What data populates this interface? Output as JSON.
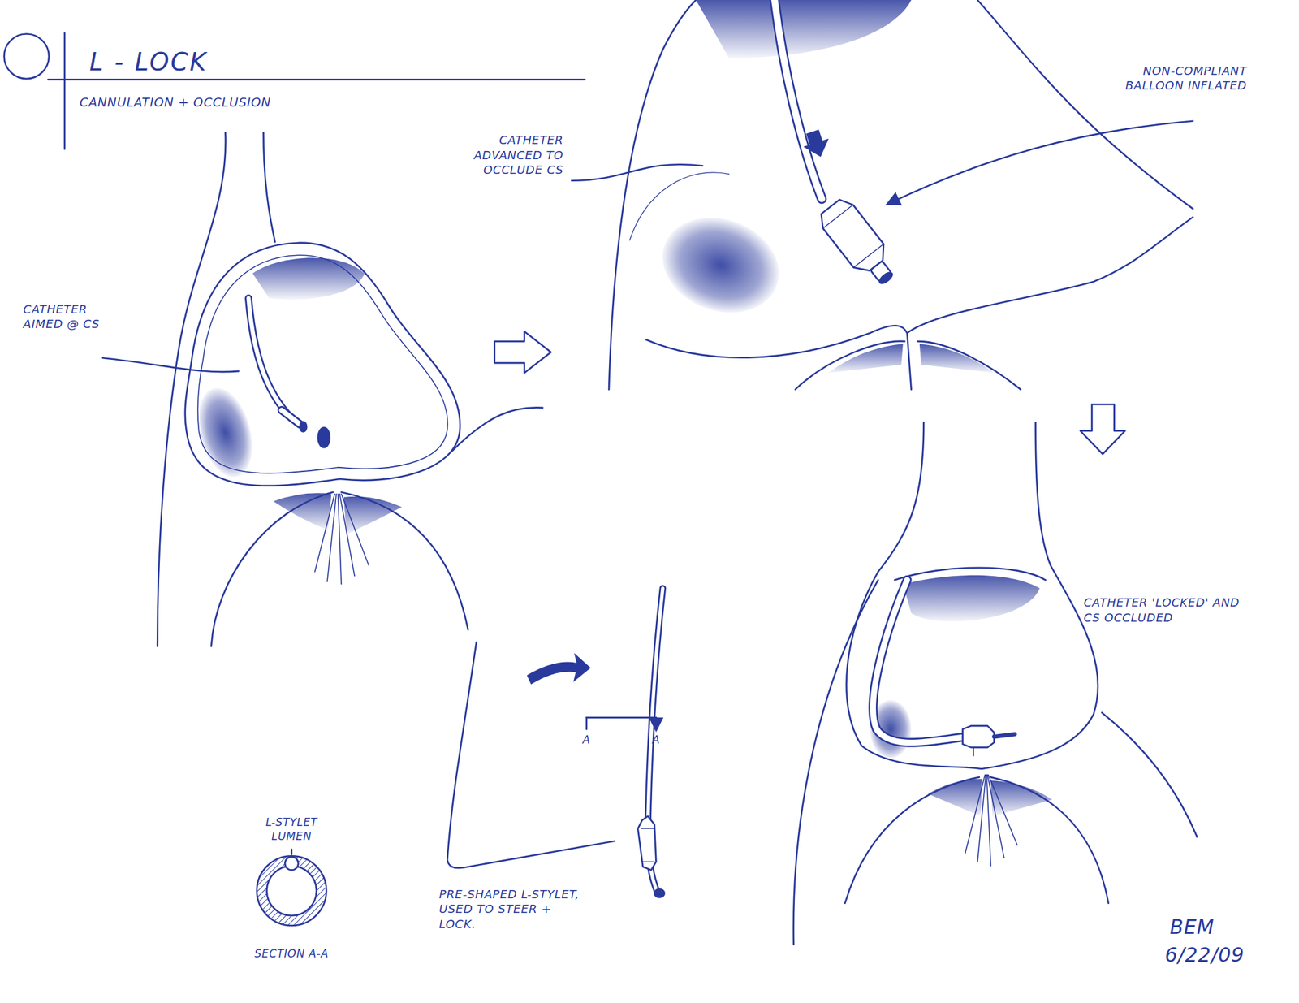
{
  "diagram": {
    "title": "L - LOCK",
    "labels": [
      "CANNULATION + OCCLUSION",
      "CATHETER AIMED @ CS",
      "CATHETER ADVANCED TO OCCLUDE CS",
      "NON-COMPLIANT BALLOON INFLATED",
      "CATHETER 'LOCKED' AND CS OCCLUDED",
      "A",
      "A",
      "L-STYLET LUMEN",
      "SECTION A-A",
      "PRE-SHAPED L-STYLET, USED TO STEER + LOCK.",
      "BEM",
      "6/22/09"
    ]
  }
}
